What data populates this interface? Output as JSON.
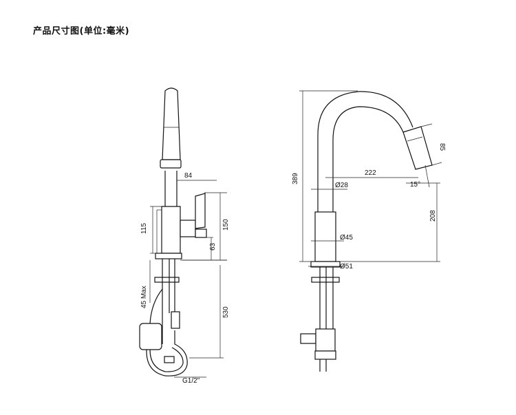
{
  "title": "产品尺寸图(单位:毫米)",
  "left_view": {
    "dim_width_top": "84",
    "dim_115": "115",
    "dim_150": "150",
    "dim_63": "63",
    "dim_45max": "45 Max",
    "dim_530": "530",
    "thread": "G1/2\""
  },
  "right_view": {
    "dim_height": "389",
    "dim_reach": "222",
    "dim_spray": "85",
    "dim_tube": "Ø28",
    "dim_angle": "15°",
    "dim_208": "208",
    "dim_base": "Ø45",
    "dim_flange": "Ø51"
  }
}
